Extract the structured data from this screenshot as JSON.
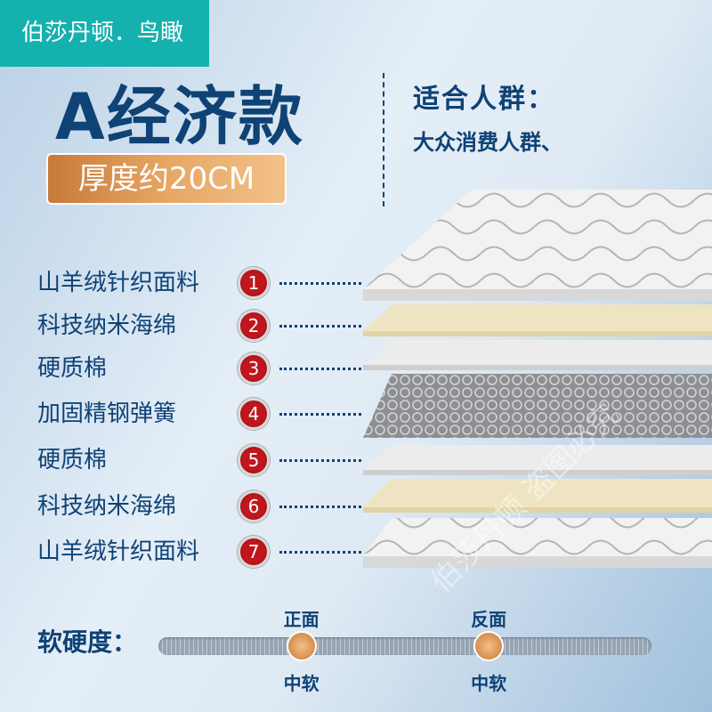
{
  "brand": "伯莎丹顿．鸟瞰",
  "title": "A经济款",
  "thickness": "厚度约20CM",
  "audience": {
    "title": "适合人群：",
    "value": "大众消费人群、"
  },
  "layers": [
    {
      "label": "山羊绒针织面料",
      "num": "1"
    },
    {
      "label": "科技纳米海绵",
      "num": "2"
    },
    {
      "label": "硬质棉",
      "num": "3"
    },
    {
      "label": "加固精钢弹簧",
      "num": "4"
    },
    {
      "label": "硬质棉",
      "num": "5"
    },
    {
      "label": "科技纳米海绵",
      "num": "6"
    },
    {
      "label": "山羊绒针织面料",
      "num": "7"
    }
  ],
  "hardness": {
    "label": "软硬度：",
    "front": {
      "side": "正面",
      "level": "中软",
      "position": 0.29
    },
    "back": {
      "side": "反面",
      "level": "中软",
      "position": 0.67
    }
  },
  "watermark": "伯莎丹顿 盗图必究",
  "colors": {
    "brand_bg": "#15b1ae",
    "primary": "#0f4275",
    "badge": "#c0161d",
    "accent": "#e7a664"
  }
}
